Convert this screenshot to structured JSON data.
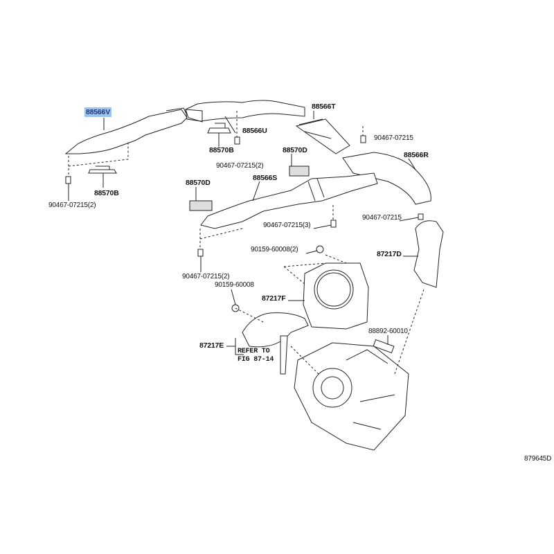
{
  "diagram_code": "879645D",
  "highlight_color": "#9fc3ef",
  "parts": {
    "p88566V": "88566V",
    "p88566T": "88566T",
    "p88566U": "88566U",
    "p88566S": "88566S",
    "p88566R": "88566R",
    "p88570B_a": "88570B",
    "p88570B_b": "88570B",
    "p88570D_a": "88570D",
    "p88570D_b": "88570D",
    "p87217D": "87217D",
    "p87217F": "87217F",
    "p87217E": "87217E",
    "p88892": "88892-60010",
    "clip_a": "90467-07215",
    "clip_b": "90467-07215(2)",
    "clip_c": "90467-07215(2)",
    "clip_d": "90467-07215",
    "clip_e": "90467-07215(3)",
    "clip_f": "90467-07215(2)",
    "screw_a": "90159-60008(2)",
    "screw_b": "90159-60008"
  },
  "refer": {
    "line1": "REFER TO",
    "line2": "FIG 87-14"
  }
}
